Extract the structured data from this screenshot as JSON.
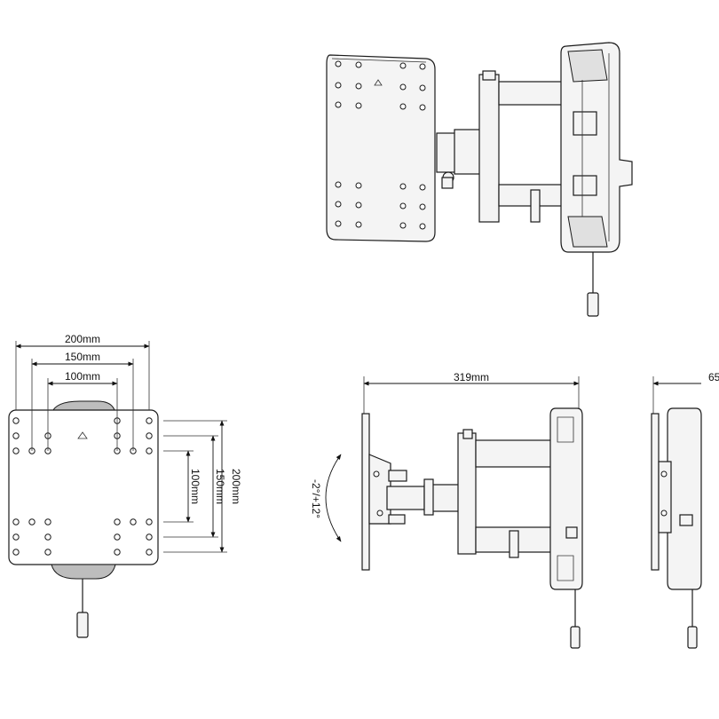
{
  "front_view": {
    "width_labels": [
      "200mm",
      "150mm",
      "100mm"
    ],
    "height_labels": [
      "100mm",
      "150mm",
      "200mm"
    ]
  },
  "side_view": {
    "depth_label": "319mm",
    "tilt_label": "-2°/+12°"
  },
  "edge_view": {
    "depth_label": "65"
  }
}
